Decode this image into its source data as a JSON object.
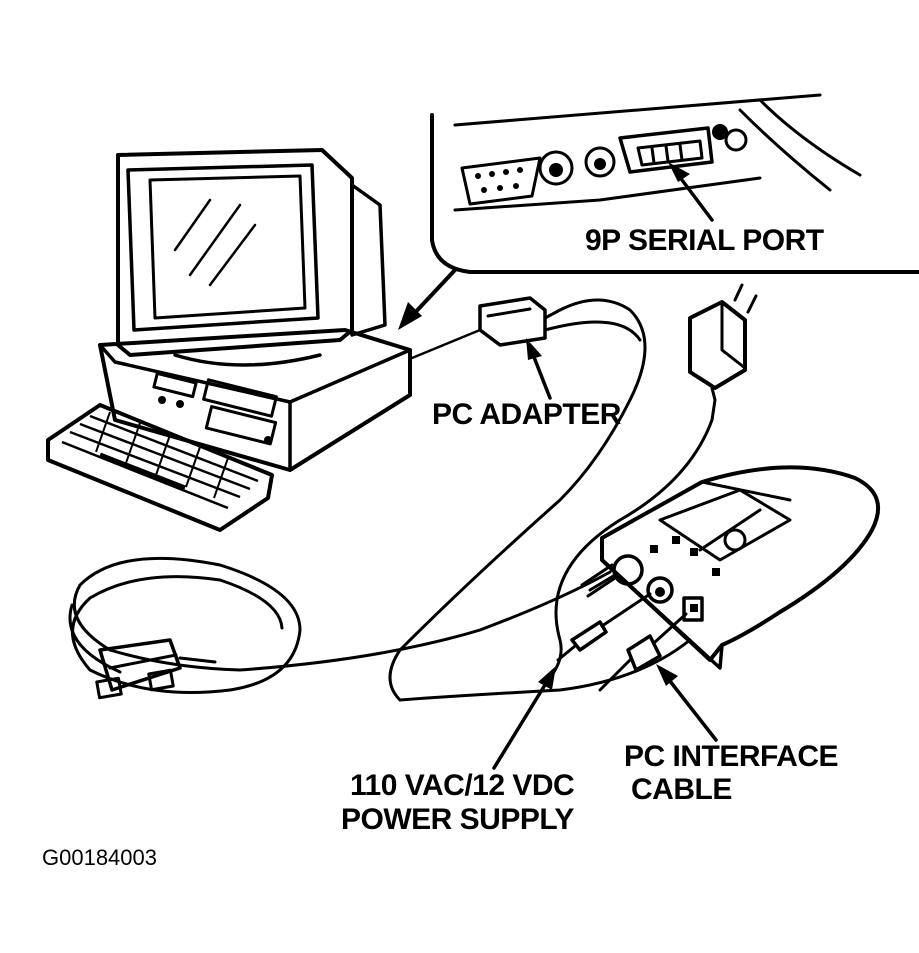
{
  "labels": {
    "serial_port": "9P SERIAL PORT",
    "pc_adapter": "PC ADAPTER",
    "power_supply_line1": "110 VAC/12 VDC",
    "power_supply_line2": "POWER SUPPLY",
    "interface_cable_line1": "PC INTERFACE",
    "interface_cable_line2": "CABLE"
  },
  "figure_code": "G00184003",
  "colors": {
    "ink": "#000000",
    "paper": "#ffffff"
  }
}
